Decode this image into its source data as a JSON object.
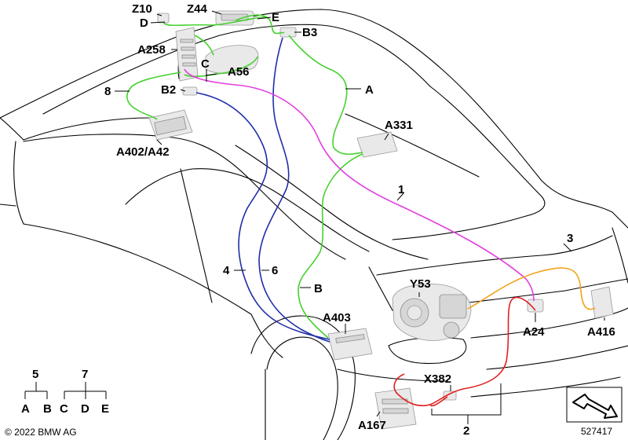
{
  "diagram": {
    "components": {
      "z10": "Z10",
      "z44": "Z44",
      "b3": "B3",
      "a258": "A258",
      "a56": "A56",
      "b2": "B2",
      "a331": "A331",
      "a402": "A402/A42",
      "y53": "Y53",
      "a403": "A403",
      "a24": "A24",
      "a416": "A416",
      "x382": "X382",
      "a167": "A167"
    },
    "branch_letters": {
      "a": "A",
      "b": "B",
      "c": "C",
      "d": "D",
      "e": "E"
    },
    "harness_numbers": {
      "n1": "1",
      "n2": "2",
      "n3": "3",
      "n4": "4",
      "n6": "6",
      "n8": "8"
    },
    "legend": {
      "group5": {
        "parent": "5",
        "children": [
          "A",
          "B"
        ]
      },
      "group7": {
        "parent": "7",
        "children": [
          "C",
          "D",
          "E"
        ]
      }
    },
    "copyright": "© 2022 BMW AG",
    "image_number": "527417",
    "colors": {
      "green": "#46d12e",
      "blue": "#1f2fa8",
      "magenta": "#e23ee0",
      "red": "#e22020",
      "orange": "#f3a21a"
    }
  }
}
